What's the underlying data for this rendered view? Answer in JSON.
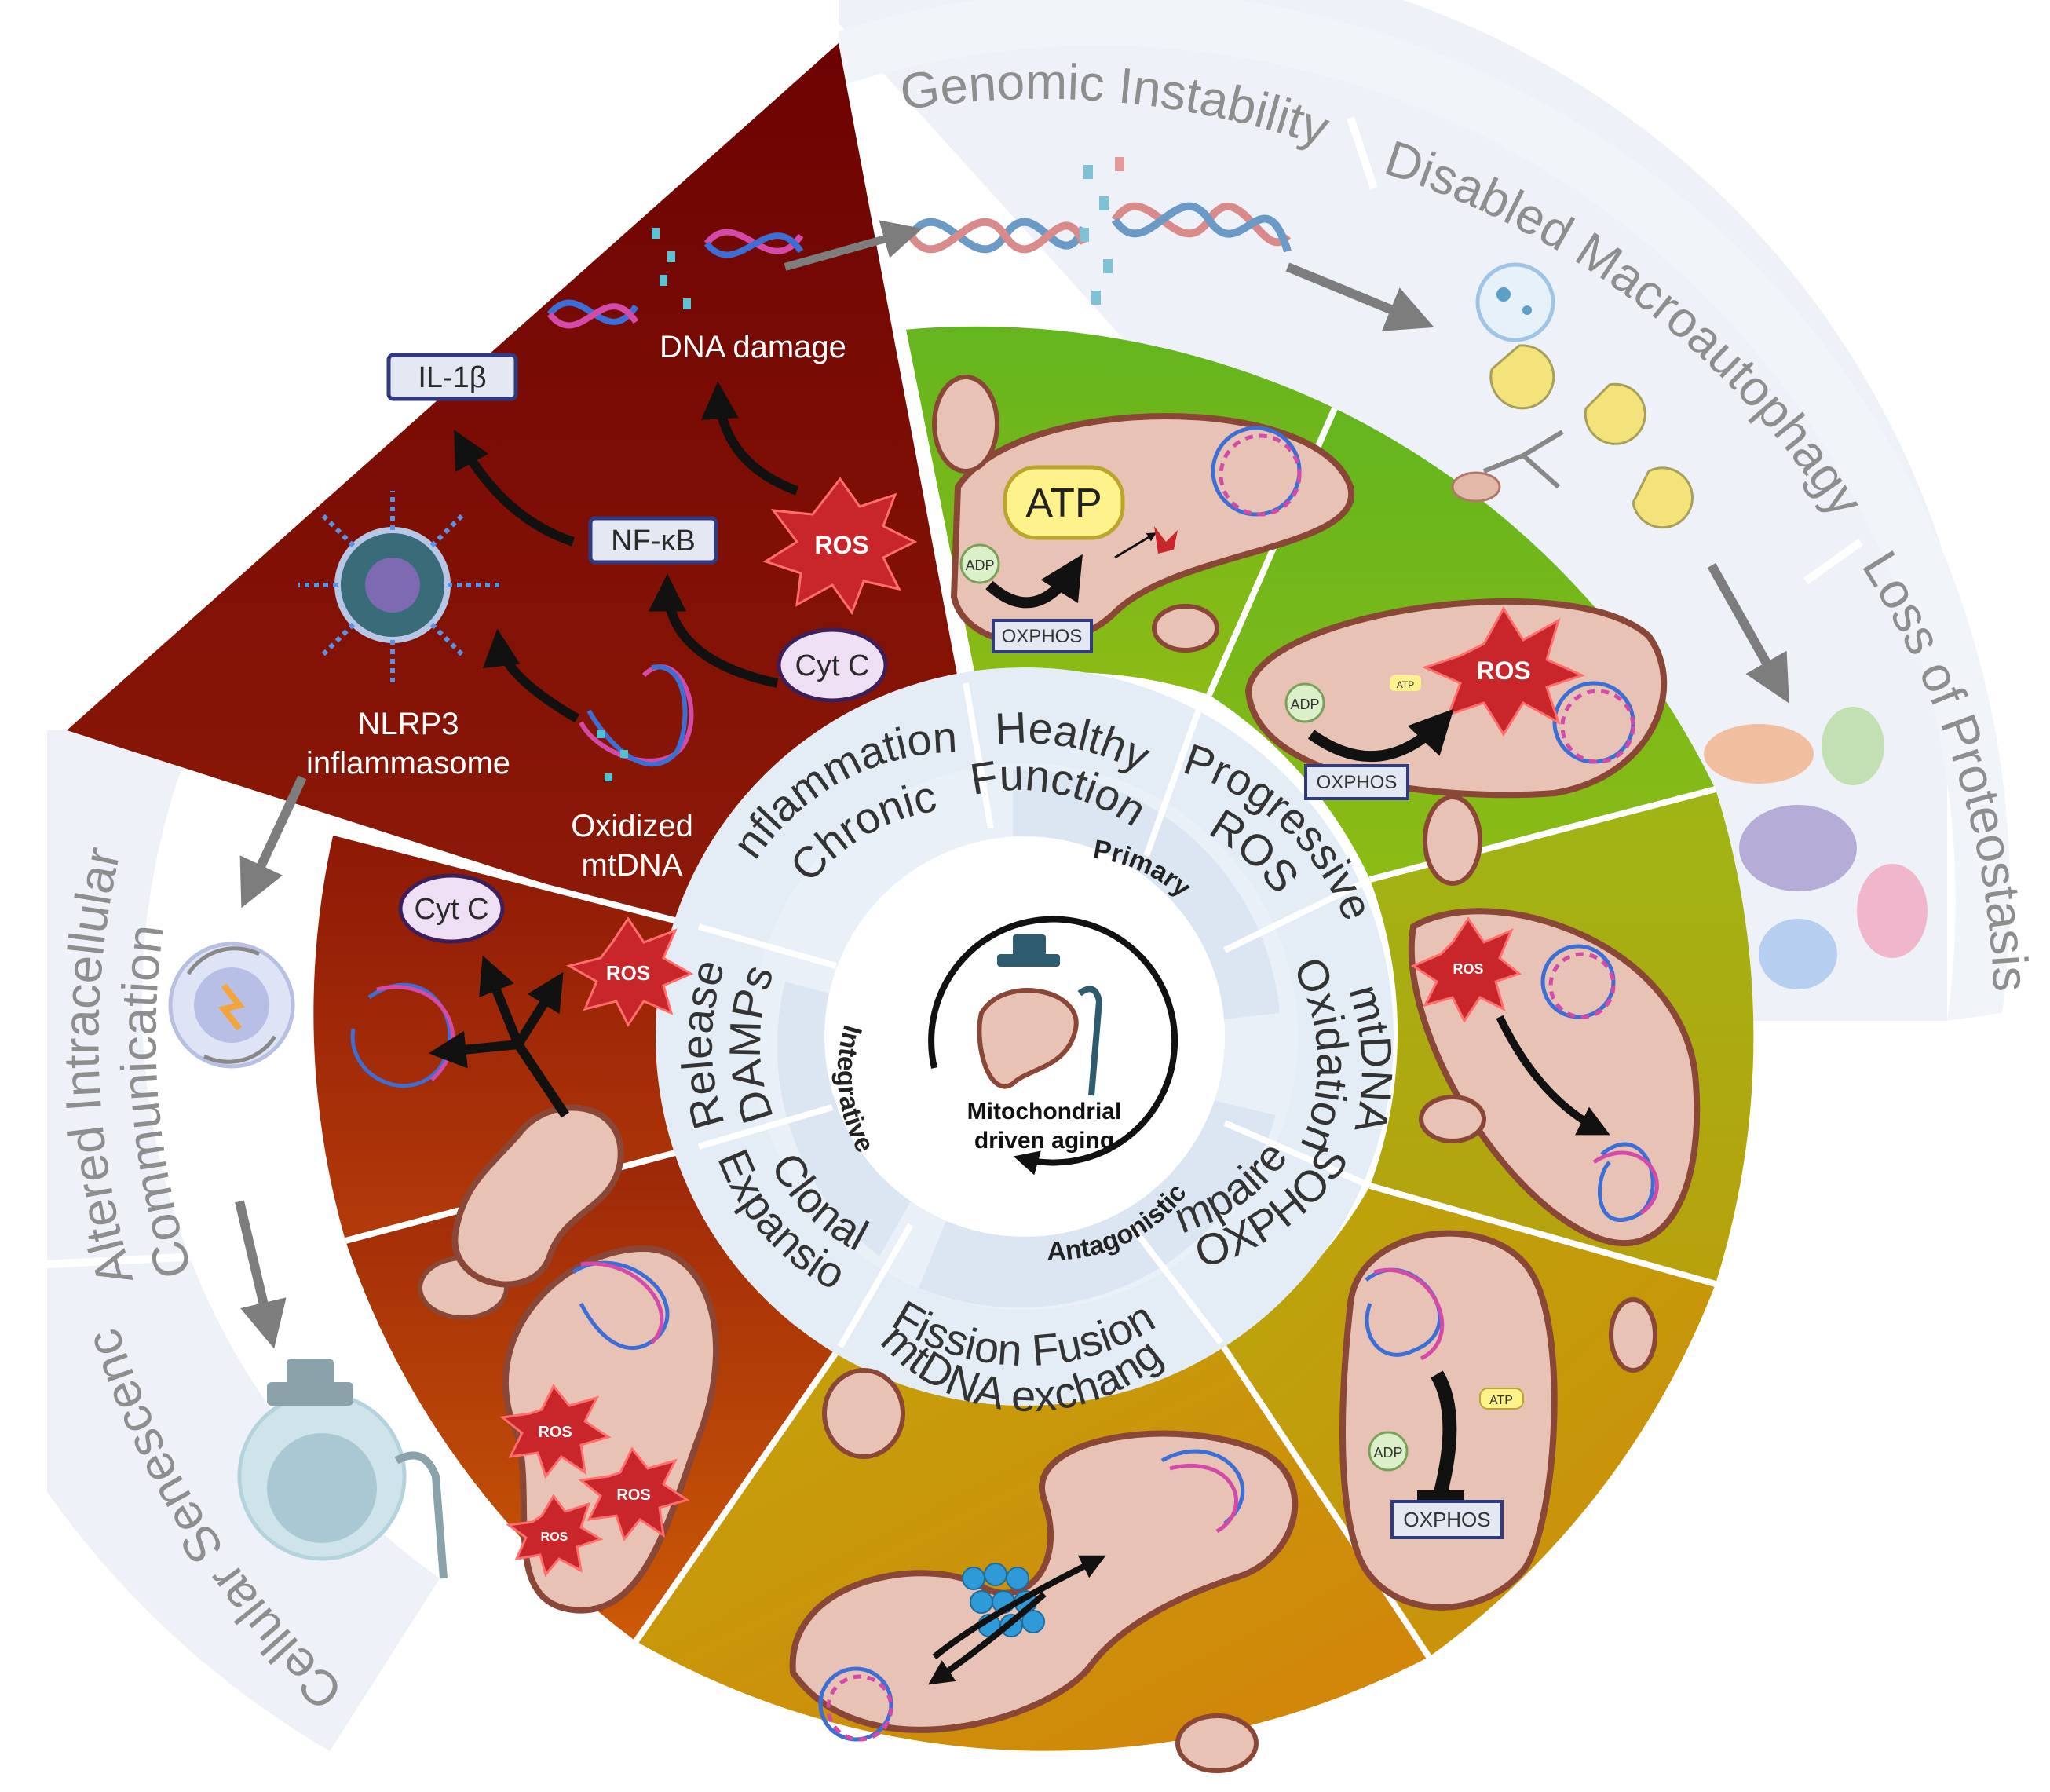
{
  "outer_ring": {
    "genomic_instability": "Genomic Instability",
    "disabled_macroautophagy": "Disabled Macroautophagy",
    "loss_of_proteostasis": "Loss of Proteostasis",
    "altered_communication_line1": "Altered Intracellular",
    "altered_communication_line2": "Communication",
    "cellular_senescence": "Cellular Senescence"
  },
  "inner_ring": {
    "healthy_line1": "Healthy",
    "healthy_line2": "Function",
    "progressive_line1": "Progressive",
    "progressive_line2": "ROS",
    "mtdna_ox_line1": "mtDNA",
    "mtdna_ox_line2": "Oxidation",
    "impaired_line1": "Impaired",
    "impaired_line2": "OXPHOS",
    "fission_line1": "Fission Fusion",
    "fission_line2": "mtDNA exchange",
    "clonal_line1": "Clonal",
    "clonal_line2": "Expansion",
    "damps_line1": "DAMPs",
    "damps_line2": "Release",
    "chronic_line1": "Chronic",
    "chronic_line2": "Inflammation"
  },
  "categories": {
    "primary": "Primary",
    "antagonistic": "Antagonistic",
    "integrative": "Integrative"
  },
  "center": {
    "line1": "Mitochondrial",
    "line2": "driven aging"
  },
  "inflammation_panel": {
    "il1b": "IL-1β",
    "nfkb": "NF-κB",
    "dna_damage": "DNA damage",
    "ros": "ROS",
    "cytc": "Cyt C",
    "nlrp3_line1": "NLRP3",
    "nlrp3_line2": "inflammasome",
    "oxidized_line1": "Oxidized",
    "oxidized_line2": "mtDNA"
  },
  "healthy_panel": {
    "atp": "ATP",
    "adp": "ADP",
    "oxphos": "OXPHOS"
  },
  "progressive_panel": {
    "ros": "ROS",
    "adp": "ADP",
    "atp": "ATP",
    "oxphos": "OXPHOS"
  },
  "mtdna_panel": {
    "ros": "ROS"
  },
  "impaired_panel": {
    "adp": "ADP",
    "atp": "ATP",
    "oxphos": "OXPHOS"
  },
  "damps_panel": {
    "cytc": "Cyt C",
    "ros": "ROS"
  },
  "clonal_panel": {
    "ros1": "ROS",
    "ros2": "ROS",
    "ros3": "ROS"
  },
  "colors": {
    "dark_red": "#7a0a04",
    "red_orange": "#b5300a",
    "green": "#6cb51d",
    "olive": "#a7a511",
    "gold": "#c99a0a",
    "ring_light": "#e4ecf5",
    "mito_body": "#e9c2b6",
    "mito_outline": "#8a4636"
  }
}
